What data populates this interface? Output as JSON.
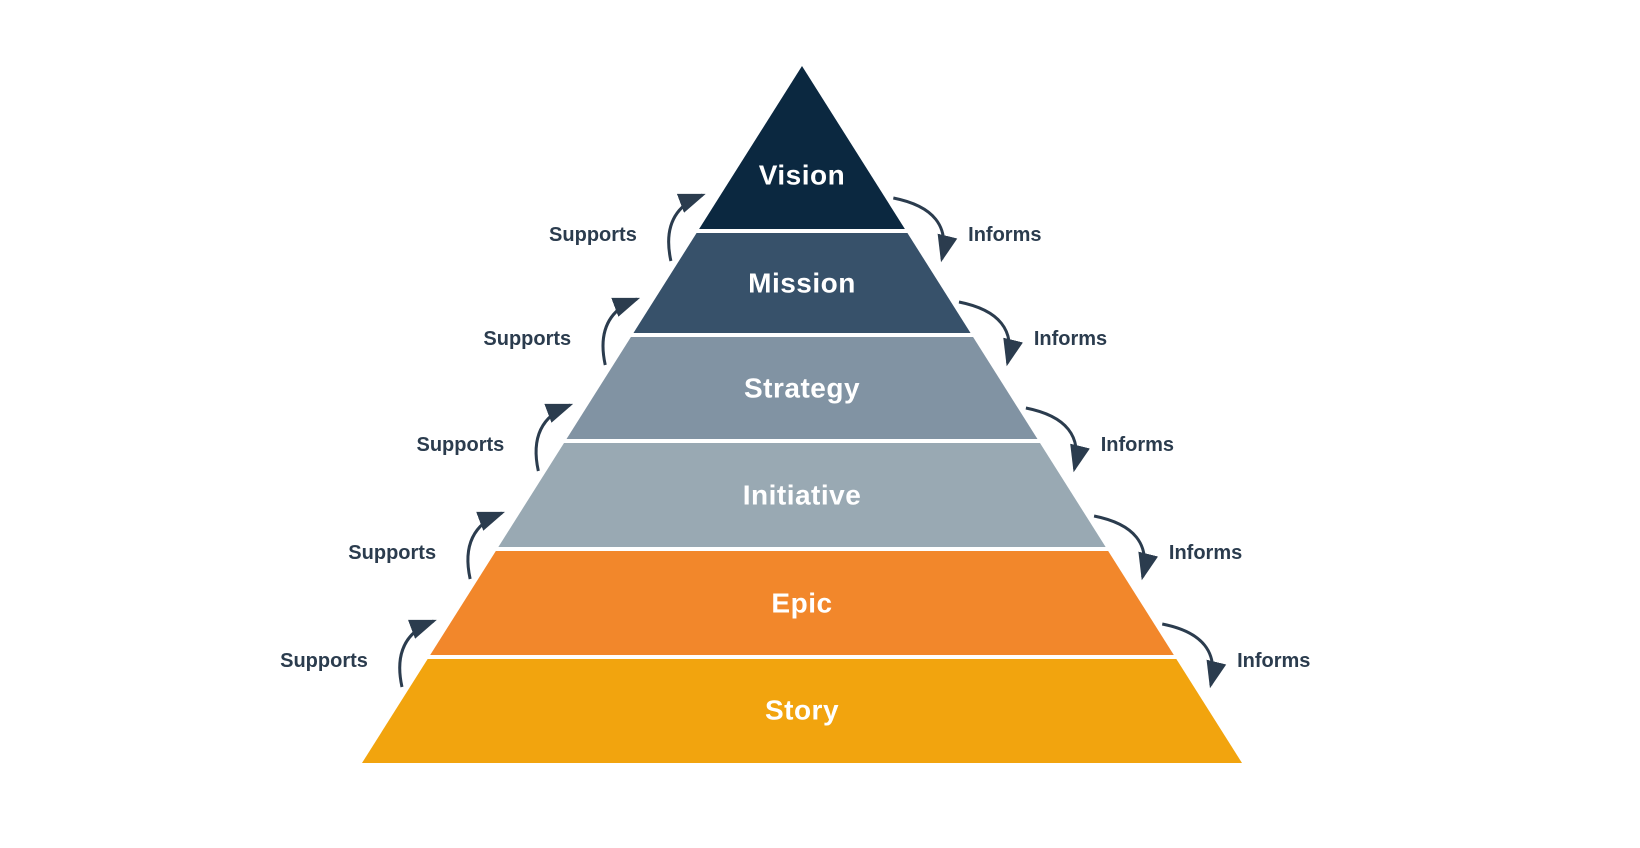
{
  "background": "#ffffff",
  "pyramid": {
    "levels": [
      {
        "label": "Vision",
        "color": "#0B2840",
        "text_color": "#FFFFFF"
      },
      {
        "label": "Mission",
        "color": "#37516A",
        "text_color": "#FFFFFF"
      },
      {
        "label": "Strategy",
        "color": "#8193A3",
        "text_color": "#FFFFFF"
      },
      {
        "label": "Initiative",
        "color": "#99A9B3",
        "text_color": "#FFFFFF"
      },
      {
        "label": "Epic",
        "color": "#F2872B",
        "text_color": "#FFFFFF"
      },
      {
        "label": "Story",
        "color": "#F2A40E",
        "text_color": "#FFFFFF"
      }
    ],
    "separator_color": "#FFFFFF"
  },
  "connectors": {
    "arrow_color": "#2B3C4E",
    "label_color": "#2B3C4E",
    "left": [
      {
        "label": "Supports"
      },
      {
        "label": "Supports"
      },
      {
        "label": "Supports"
      },
      {
        "label": "Supports"
      },
      {
        "label": "Supports"
      }
    ],
    "right": [
      {
        "label": "Informs"
      },
      {
        "label": "Informs"
      },
      {
        "label": "Informs"
      },
      {
        "label": "Informs"
      },
      {
        "label": "Informs"
      }
    ]
  }
}
